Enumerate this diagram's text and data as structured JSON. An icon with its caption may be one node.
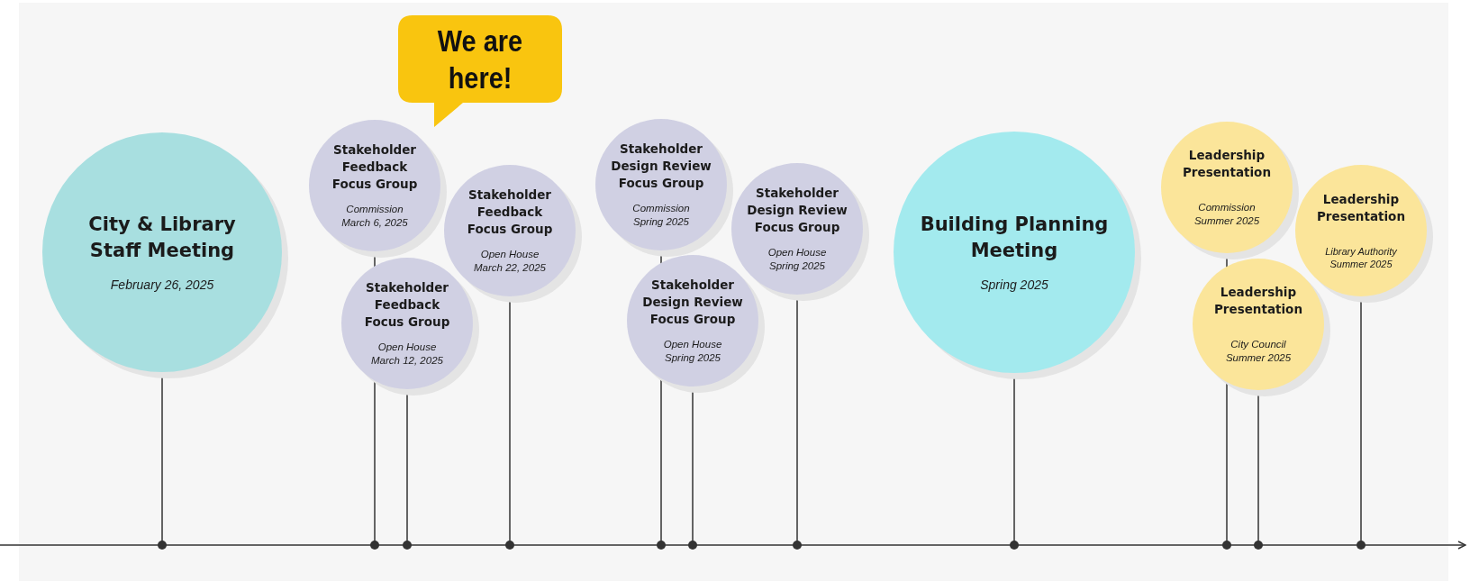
{
  "diagram": {
    "nodes": [
      {
        "text": [
          "City & Library Staff Meeting",
          "February 26, 2025"
        ]
      },
      {
        "text": [
          "Stakeholder Feedback Focus Group",
          "Commission March 6, 2025"
        ]
      },
      {
        "text": [
          "Stakeholder Feedback Focus Group",
          "Open House March 12, 2025"
        ]
      },
      {
        "text": [
          "Stakeholder Feedback Focus Group",
          "Open House March 22, 2025"
        ]
      },
      {
        "text": [
          "Stakeholder Design Review Focus Group",
          "Commission Spring 2025"
        ]
      },
      {
        "text": [
          "Stakeholder Design Review Focus Group",
          "Open House Spring 2025"
        ]
      },
      {
        "text": [
          "Stakeholder Design Review Focus Group",
          "Open House Spring 2025"
        ]
      },
      {
        "text": [
          "Building Planning Meeting",
          "Spring 2025"
        ]
      },
      {
        "text": [
          "Leadership Presentation",
          "Commission Summer 2025"
        ]
      },
      {
        "text": [
          "Leadership Presentation",
          "City Council Summer 2025"
        ]
      },
      {
        "text": [
          "Leadership Presentation",
          "Library Authority Summer 2025"
        ]
      },
      {
        "text": [
          "We are here!"
        ]
      }
    ],
    "edges": [
      {
        "from": 0,
        "to": null,
        "arrow": "other"
      },
      {
        "from": 1,
        "to": null,
        "arrow": "other"
      },
      {
        "from": 2,
        "to": null,
        "arrow": "other"
      },
      {
        "from": 3,
        "to": null,
        "arrow": "other"
      },
      {
        "from": 4,
        "to": null,
        "arrow": "other"
      },
      {
        "from": 5,
        "to": null,
        "arrow": "other"
      },
      {
        "from": 6,
        "to": null,
        "arrow": "other"
      },
      {
        "from": 7,
        "to": null,
        "arrow": "other"
      },
      {
        "from": 8,
        "to": null,
        "arrow": "other"
      },
      {
        "from": 9,
        "to": null,
        "arrow": "other"
      },
      {
        "from": 10,
        "to": null,
        "arrow": "other"
      }
    ]
  }
}
